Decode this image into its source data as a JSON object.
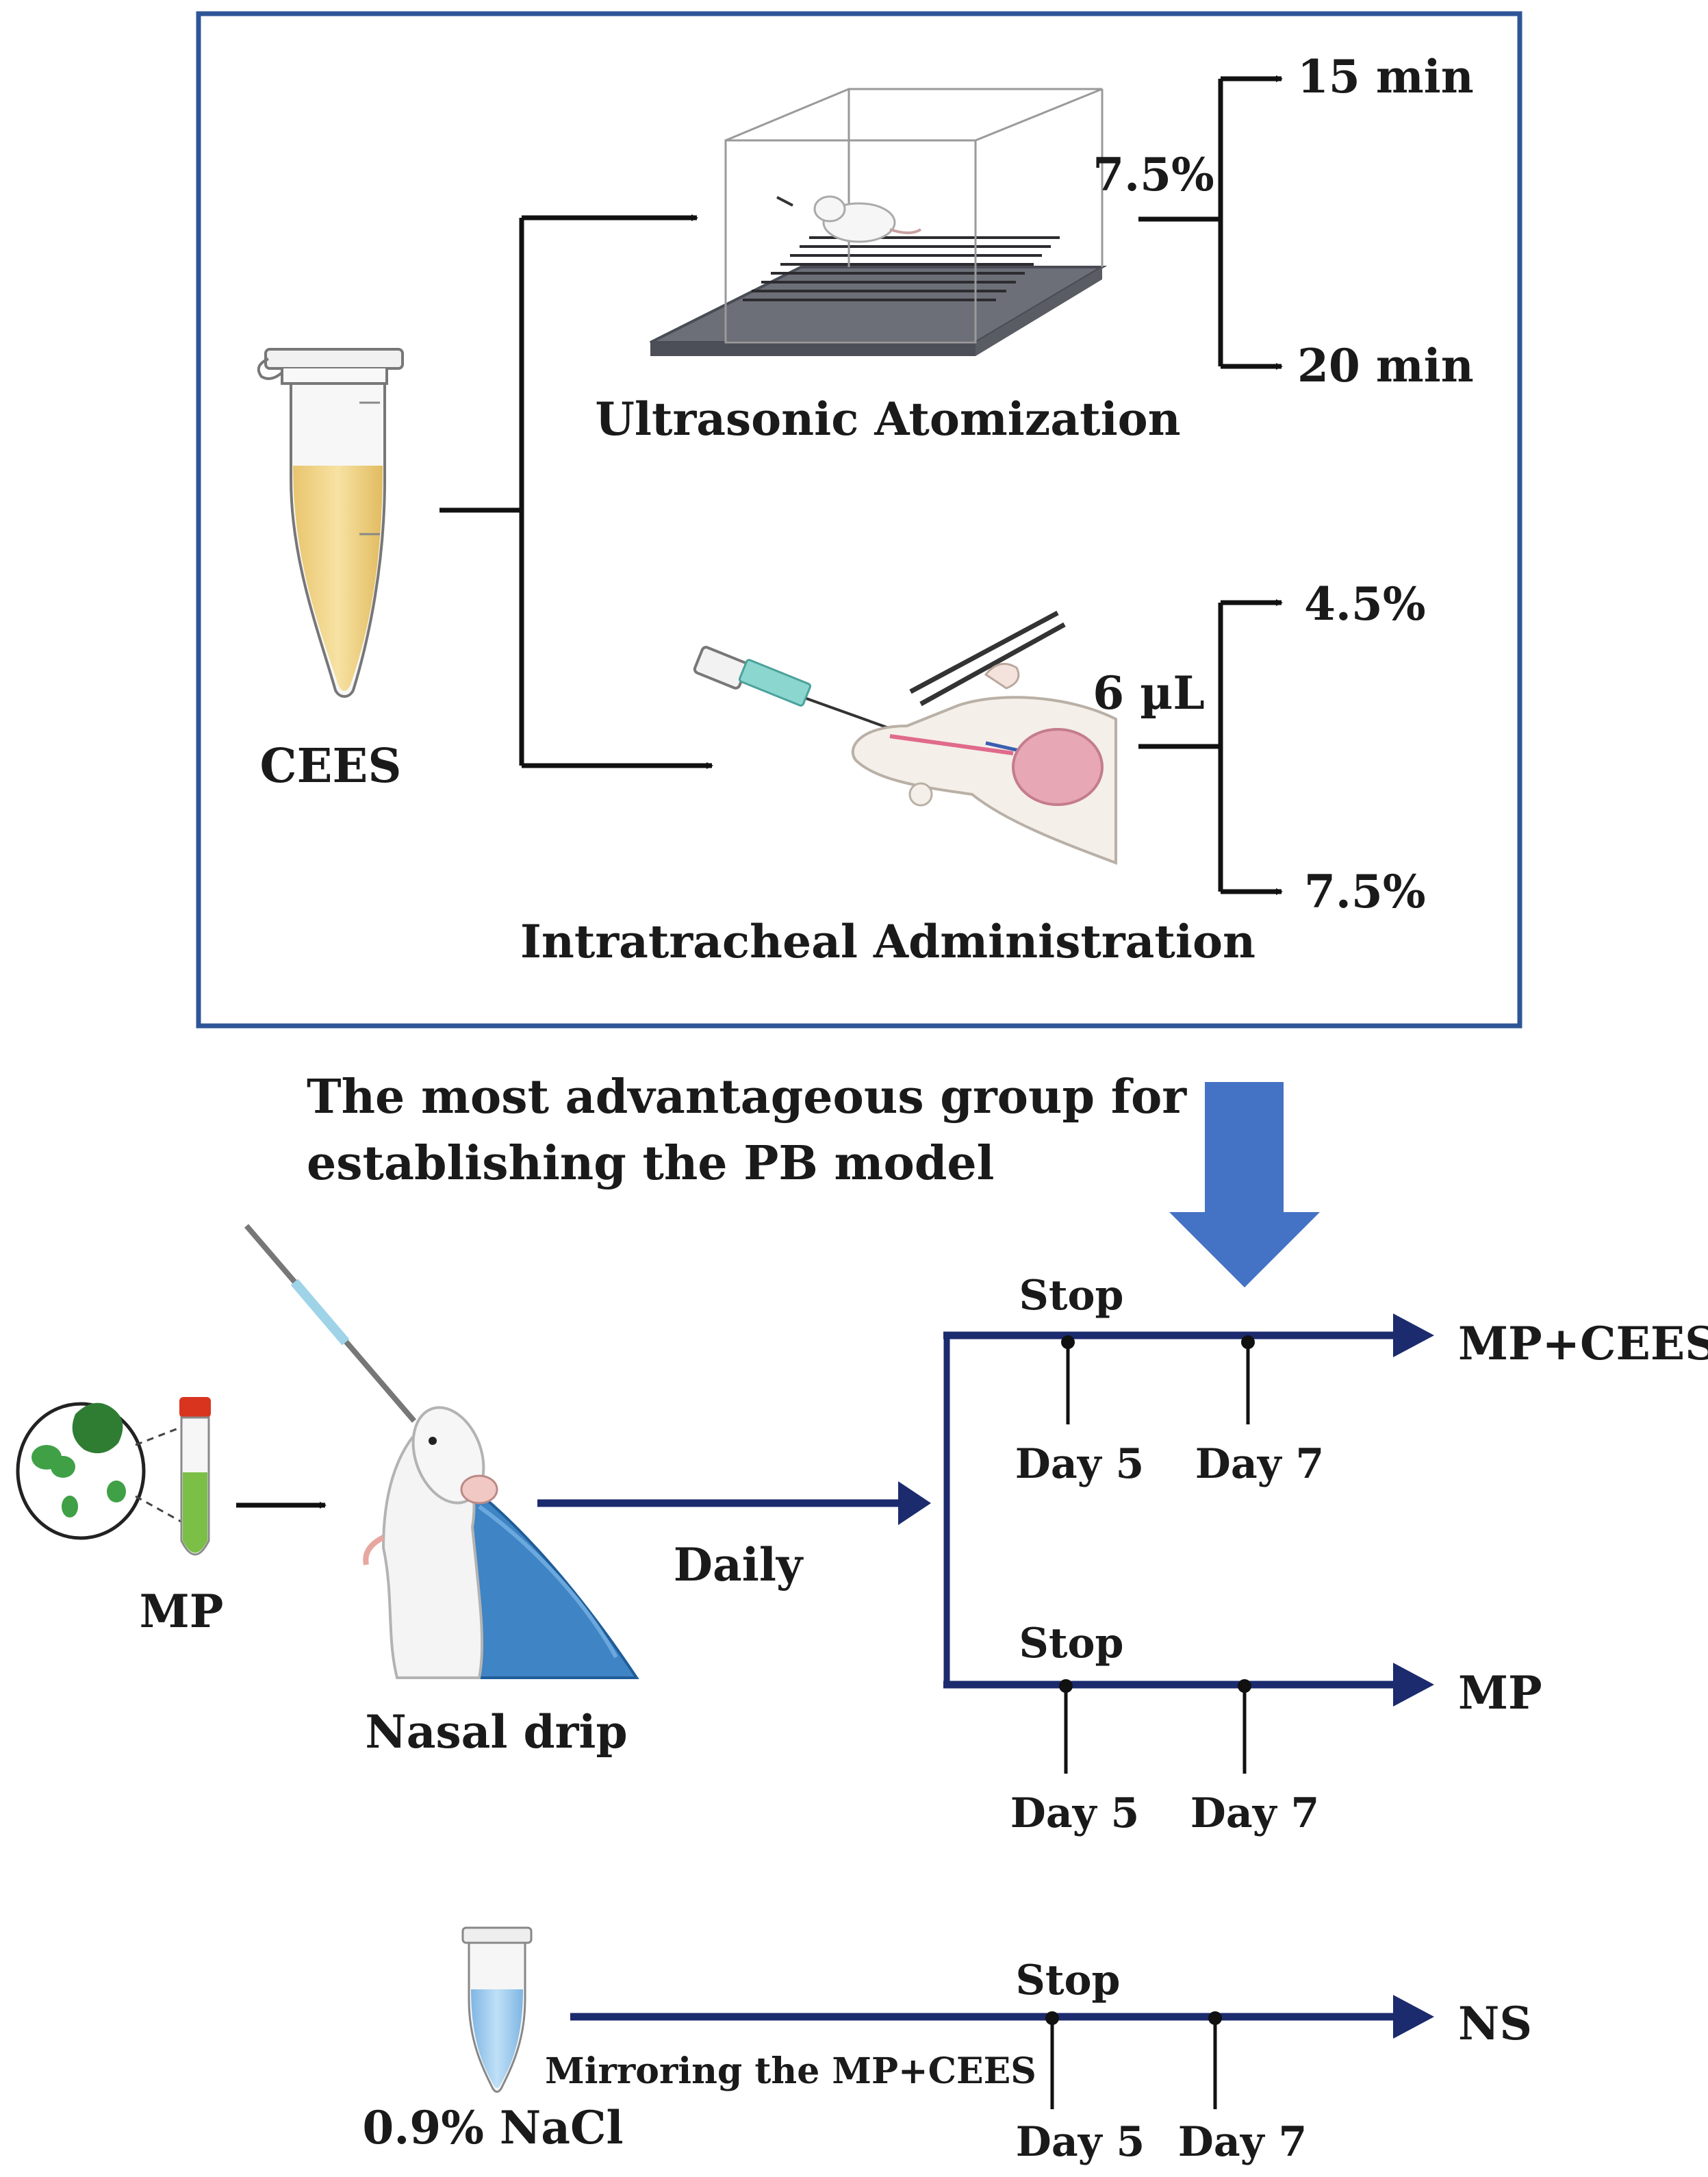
{
  "top_panel": {
    "source_label": "CEES",
    "route_upper": {
      "name": "Ultrasonic Atomization",
      "dose": "7.5%",
      "outcomes": [
        "15 min",
        "20 min"
      ]
    },
    "route_lower": {
      "name": "Intratracheal Administration",
      "dose": "6 µL",
      "outcomes": [
        "4.5%",
        "7.5%"
      ]
    }
  },
  "selection_note": {
    "line1": "The most advantageous group for",
    "line2": "establishing the PB model"
  },
  "protocol": {
    "mp_label": "MP",
    "nasal_label": "Nasal drip",
    "daily_label": "Daily",
    "timelines": [
      {
        "stop": "Stop",
        "day_a": "Day 5",
        "day_b": "Day 7",
        "group": "MP+CEES"
      },
      {
        "stop": "Stop",
        "day_a": "Day 5",
        "day_b": "Day 7",
        "group": "MP"
      },
      {
        "stop": "Stop",
        "day_a": "Day 5",
        "day_b": "Day 7",
        "group": "NS"
      }
    ],
    "saline_label": "0.9% NaCl",
    "mirror_label": "Mirroring the MP+CEES"
  },
  "colors": {
    "frame": "#2e5597",
    "timeline": "#1c2a6e",
    "highlight_arrow": "#4472c4",
    "cees_liquid": "#f3d991",
    "mp_liquid": "#7bbf46",
    "saline_liquid": "#9cc9ec",
    "particles": "#3a9a3a",
    "drape": "#3f84c4"
  }
}
